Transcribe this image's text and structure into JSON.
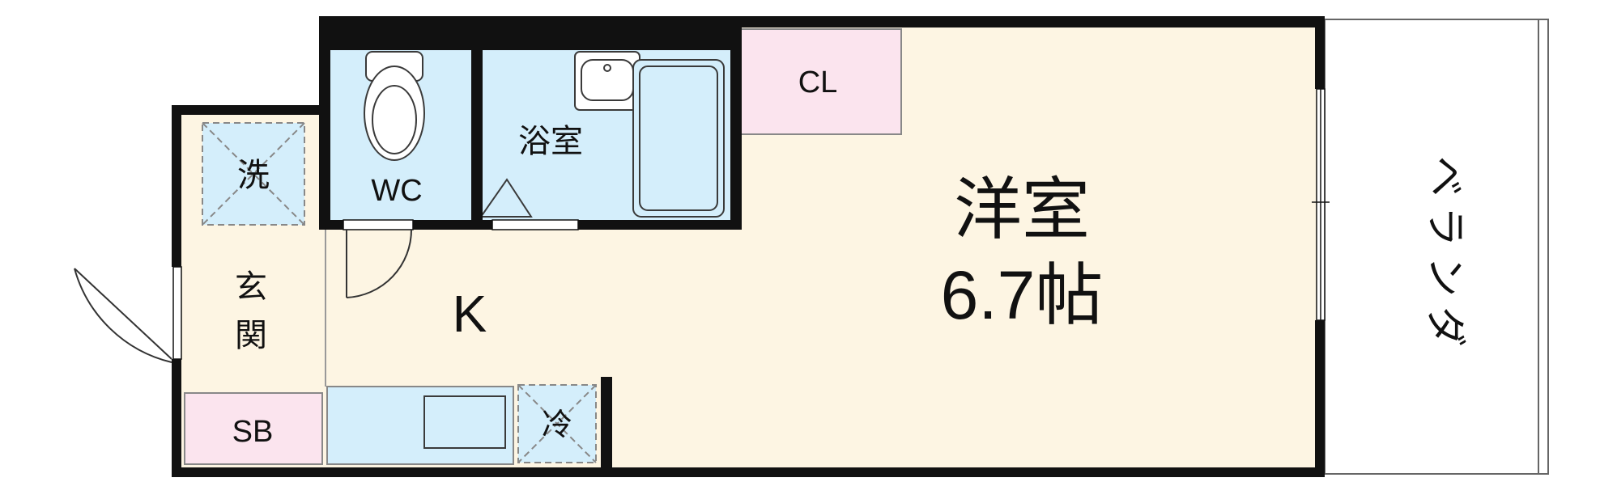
{
  "rooms": {
    "western_room": {
      "name": "洋室",
      "size": "6.7帖"
    },
    "kitchen": {
      "name": "K"
    },
    "closet": {
      "name": "CL"
    },
    "bathroom": {
      "name": "浴室"
    },
    "toilet": {
      "name": "WC"
    },
    "washer": {
      "name": "洗"
    },
    "entrance": {
      "name_line1": "玄",
      "name_line2": "関"
    },
    "shoe_box": {
      "name": "SB"
    },
    "fridge": {
      "name": "冷"
    },
    "balcony": {
      "name": "ベランダ"
    }
  },
  "colors": {
    "wall": "#111111",
    "floor": "#fdf5e3",
    "wet_area": "#d4eefb",
    "storage": "#fbe4ee",
    "balcony": "#ffffff",
    "fixture_stroke": "#3a3a3a"
  }
}
